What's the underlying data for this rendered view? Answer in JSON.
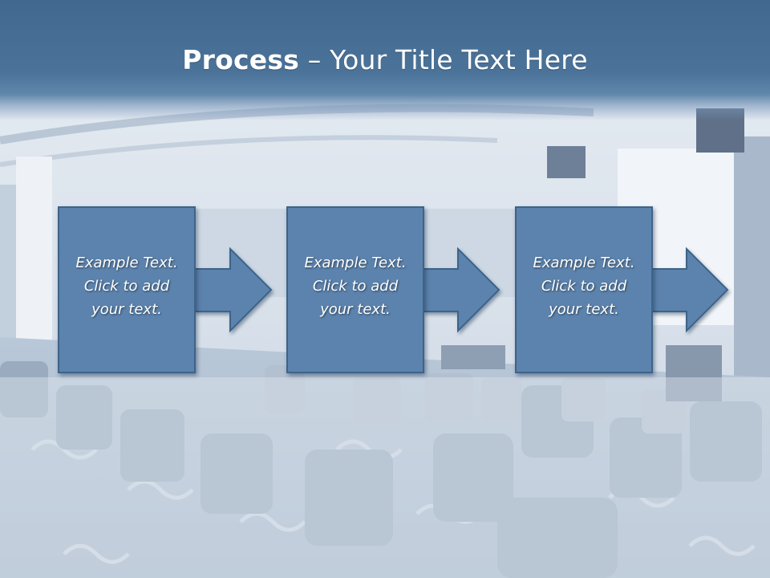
{
  "slide": {
    "title_bold": "Process",
    "title_rest": " – Your Title Text Here",
    "steps": [
      {
        "line1": "Example Text.",
        "line2": "Click  to add",
        "line3": "your text."
      },
      {
        "line1": "Example Text.",
        "line2": "Click  to add",
        "line3": "your text."
      },
      {
        "line1": "Example Text.",
        "line2": "Click  to add",
        "line3": "your text."
      }
    ]
  },
  "colors": {
    "header": "#4b7399",
    "box_fill": "#5c83ad",
    "box_border": "#3d6388",
    "text": "#ffffff"
  },
  "icons": [
    "right-arrow-icon"
  ]
}
